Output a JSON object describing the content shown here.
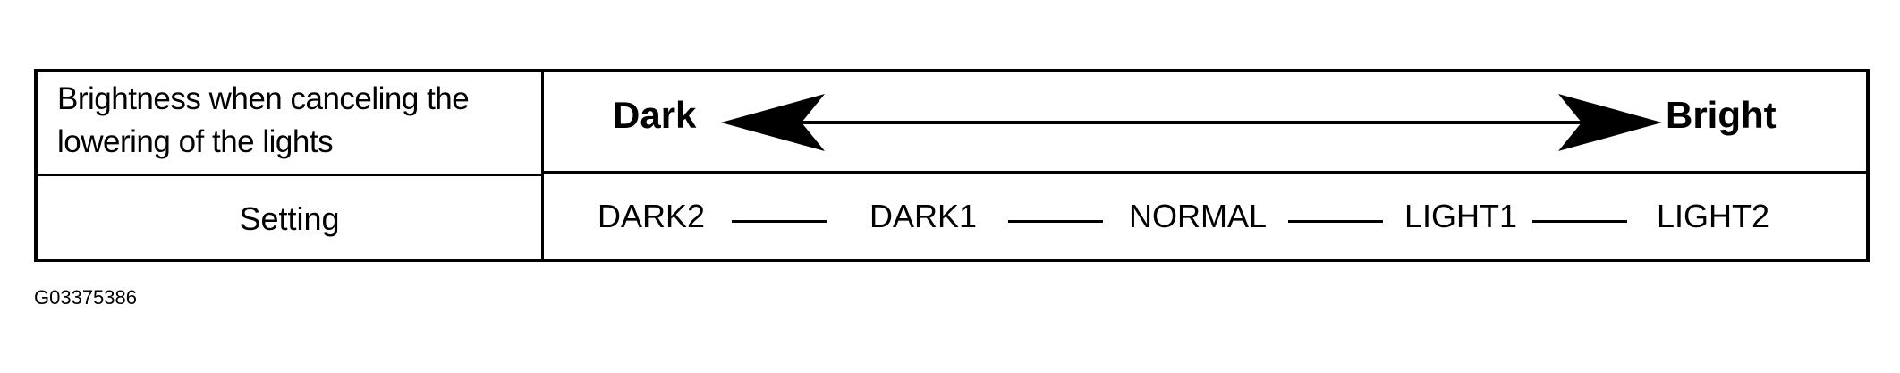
{
  "table": {
    "row1_label": "Brightness when canceling the lowering of the lights",
    "dark_label": "Dark",
    "bright_label": "Bright",
    "row2_label": "Setting",
    "settings": [
      "DARK2",
      "DARK1",
      "NORMAL",
      "LIGHT1",
      "LIGHT2"
    ]
  },
  "figure_id": "G03375386"
}
